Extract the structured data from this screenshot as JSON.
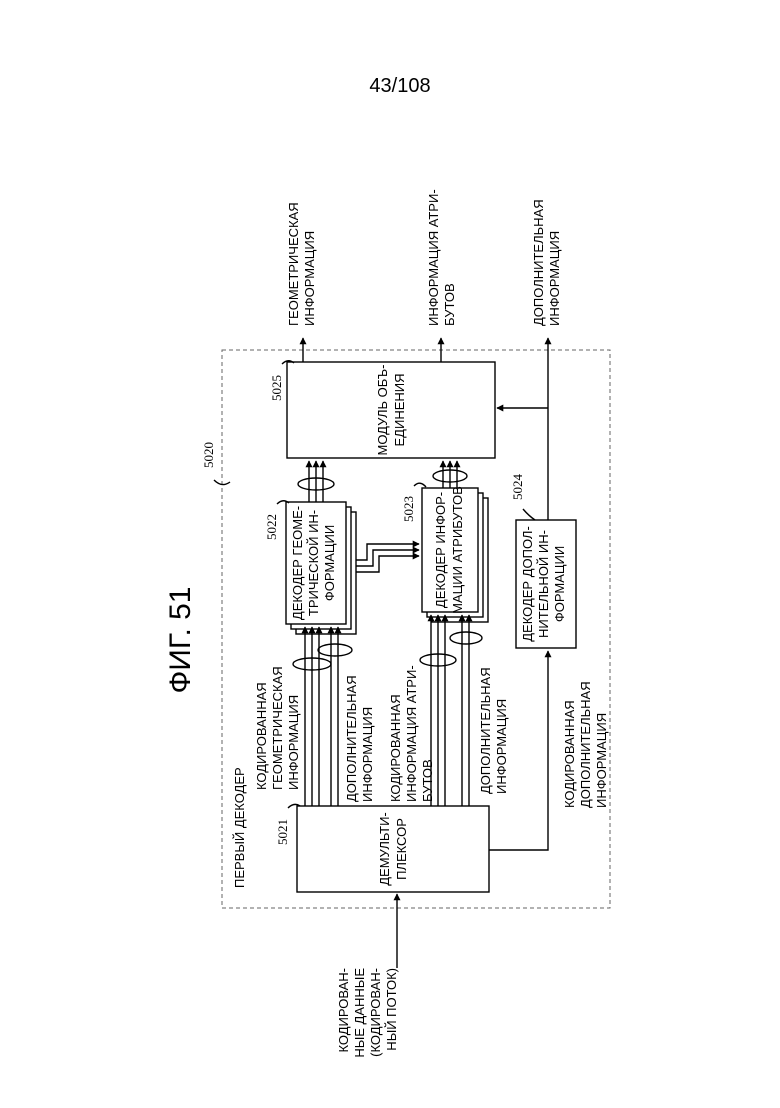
{
  "page_number": "43/108",
  "figure_title": "ФИГ. 51",
  "first_decoder": {
    "ref": "5020",
    "label": "ПЕРВЫЙ ДЕКОДЕР"
  },
  "demultiplexer": {
    "ref": "5021",
    "label_lines": [
      "ДЕМУЛЬТИ-",
      "ПЛЕКСОР"
    ]
  },
  "geometry_decoder": {
    "ref": "5022",
    "label_lines": [
      "ДЕКОДЕР ГЕОМЕ-",
      "ТРИЧЕСКОЙ ИН-",
      "ФОРМАЦИИ"
    ]
  },
  "attribute_decoder": {
    "ref": "5023",
    "label_lines": [
      "ДЕКОДЕР ИНФОР-",
      "МАЦИИ АТРИБУТОВ"
    ]
  },
  "additional_info_decoder": {
    "ref": "5024",
    "label_lines": [
      "ДЕКОДЕР ДОПОЛ-",
      "НИТЕЛЬНОЙ ИН-",
      "ФОРМАЦИИ"
    ]
  },
  "combiner": {
    "ref": "5025",
    "label_lines": [
      "МОДУЛЬ ОБЪ-",
      "ЕДИНЕНИЯ"
    ]
  },
  "input_label_lines": [
    "КОДИРОВАН-",
    "НЫЕ ДАННЫЕ",
    "(КОДИРОВАН-",
    "НЫЙ ПОТОК)"
  ],
  "signal_labels": {
    "coded_geometry": [
      "КОДИРОВАННАЯ",
      "ГЕОМЕТРИЧЕСКАЯ",
      "ИНФОРМАЦИЯ"
    ],
    "additional_geometry": [
      "ДОПОЛНИТЕЛЬНАЯ",
      "ИНФОРМАЦИЯ"
    ],
    "coded_attributes": [
      "КОДИРОВАННАЯ",
      "ИНФОРМАЦИЯ АТРИ-",
      "БУТОВ"
    ],
    "additional_attributes": [
      "ДОПОЛНИТЕЛЬНАЯ",
      "ИНФОРМАЦИЯ"
    ],
    "coded_additional": [
      "КОДИРОВАННАЯ",
      "ДОПОЛНИТЕЛЬНАЯ",
      "ИНФОРМАЦИЯ"
    ]
  },
  "output_labels": {
    "geometry": [
      "ГЕОМЕТРИЧЕСКАЯ",
      "ИНФОРМАЦИЯ"
    ],
    "attributes": [
      "ИНФОРМАЦИЯ АТРИ-",
      "БУТОВ"
    ],
    "additional": [
      "ДОПОЛНИТЕЛЬНАЯ",
      "ИНФОРМАЦИЯ"
    ]
  }
}
